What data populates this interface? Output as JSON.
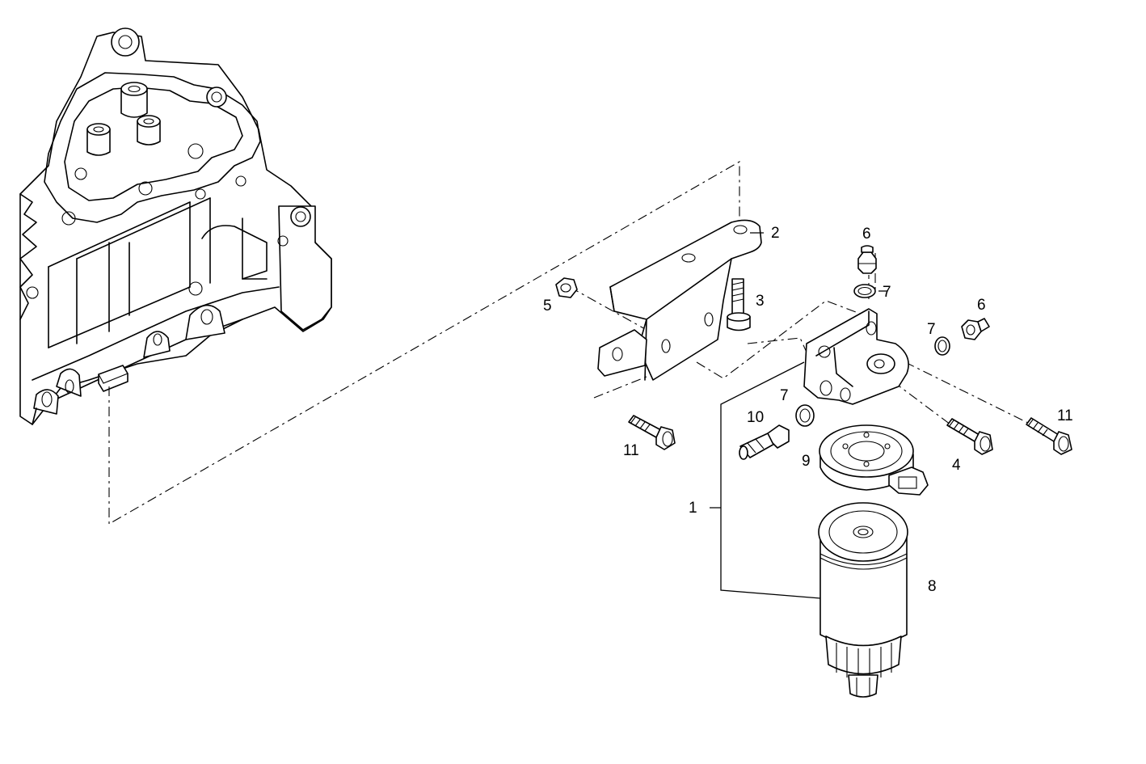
{
  "callouts": {
    "c1": "1",
    "c2": "2",
    "c3": "3",
    "c4": "4",
    "c5": "5",
    "c6a": "6",
    "c6b": "6",
    "c7a": "7",
    "c7b": "7",
    "c7c": "7",
    "c8": "8",
    "c9": "9",
    "c10": "10",
    "c11a": "11",
    "c11b": "11",
    "c11c": "11"
  },
  "parts": [
    {
      "callout": "1",
      "name": "filter-assembly"
    },
    {
      "callout": "2",
      "name": "mounting-bracket"
    },
    {
      "callout": "3",
      "name": "bolt"
    },
    {
      "callout": "4",
      "name": "bolt"
    },
    {
      "callout": "5",
      "name": "nut"
    },
    {
      "callout": "6",
      "name": "fitting"
    },
    {
      "callout": "7",
      "name": "seal-ring"
    },
    {
      "callout": "8",
      "name": "filter-cartridge"
    },
    {
      "callout": "9",
      "name": "filter-head"
    },
    {
      "callout": "10",
      "name": "sensor"
    },
    {
      "callout": "11",
      "name": "bolt"
    }
  ],
  "colors": {
    "line": "#000000",
    "background": "#ffffff"
  }
}
